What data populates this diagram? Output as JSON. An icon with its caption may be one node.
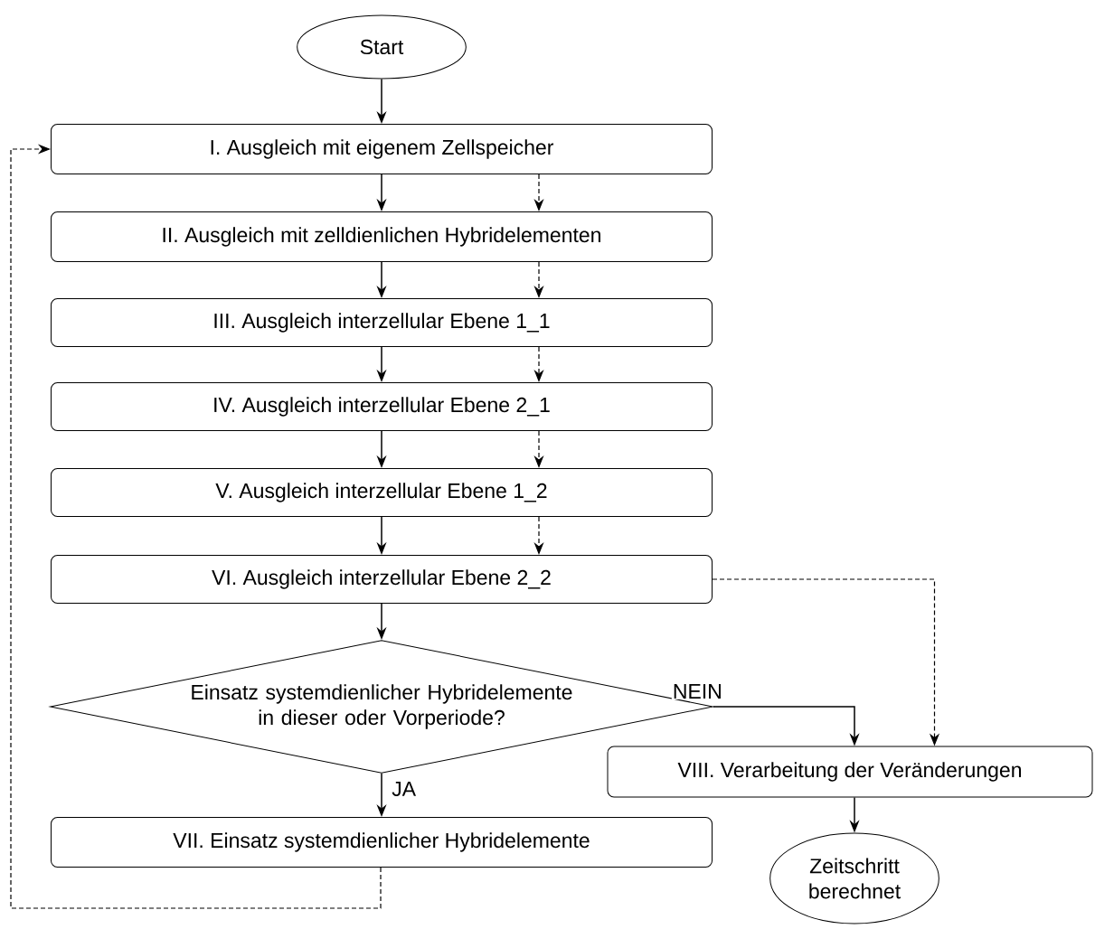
{
  "diagram": {
    "nodes": [
      {
        "text": [
          "Start"
        ]
      },
      {
        "text": [
          "I. Ausgleich mit eigenem Zellspeicher"
        ]
      },
      {
        "text": [
          "II. Ausgleich mit zelldienlichen Hybridelementen"
        ]
      },
      {
        "text": [
          "III. Ausgleich interzellular Ebene 1_1"
        ]
      },
      {
        "text": [
          "IV. Ausgleich interzellular Ebene 2_1"
        ]
      },
      {
        "text": [
          "V. Ausgleich interzellular Ebene 1_2"
        ]
      },
      {
        "text": [
          "VI. Ausgleich interzellular Ebene 2_2"
        ]
      },
      {
        "text": [
          "Einsatz systemdienlicher Hybridelemente in dieser oder Vorperiode?"
        ]
      },
      {
        "text": [
          "VII. Einsatz systemdienlicher Hybridelemente"
        ]
      },
      {
        "text": [
          "VIII. Verarbeitung der Veränderungen"
        ]
      },
      {
        "text": [
          "Zeitschritt berechnet"
        ]
      }
    ],
    "edges": [
      {
        "from": 0,
        "to": 1,
        "arrow": "to"
      },
      {
        "from": 1,
        "to": 2,
        "arrow": "to"
      },
      {
        "from": 1,
        "to": 2,
        "arrow": "to",
        "style": "dashed"
      },
      {
        "from": 2,
        "to": 3,
        "arrow": "to"
      },
      {
        "from": 2,
        "to": 3,
        "arrow": "to",
        "style": "dashed"
      },
      {
        "from": 3,
        "to": 4,
        "arrow": "to"
      },
      {
        "from": 3,
        "to": 4,
        "arrow": "to",
        "style": "dashed"
      },
      {
        "from": 4,
        "to": 5,
        "arrow": "to"
      },
      {
        "from": 4,
        "to": 5,
        "arrow": "to",
        "style": "dashed"
      },
      {
        "from": 5,
        "to": 6,
        "arrow": "to"
      },
      {
        "from": 5,
        "to": 6,
        "arrow": "to",
        "style": "dashed"
      },
      {
        "from": 6,
        "to": 7,
        "arrow": "to"
      },
      {
        "from": 6,
        "to": 9,
        "arrow": "to",
        "style": "dashed"
      },
      {
        "from": 7,
        "to": 9,
        "arrow": "to",
        "label": "NEIN"
      },
      {
        "from": 7,
        "to": 8,
        "arrow": "to",
        "label": "JA"
      },
      {
        "from": 8,
        "to": 1,
        "arrow": "to",
        "style": "dashed"
      },
      {
        "from": 9,
        "to": 10,
        "arrow": "to"
      }
    ]
  }
}
